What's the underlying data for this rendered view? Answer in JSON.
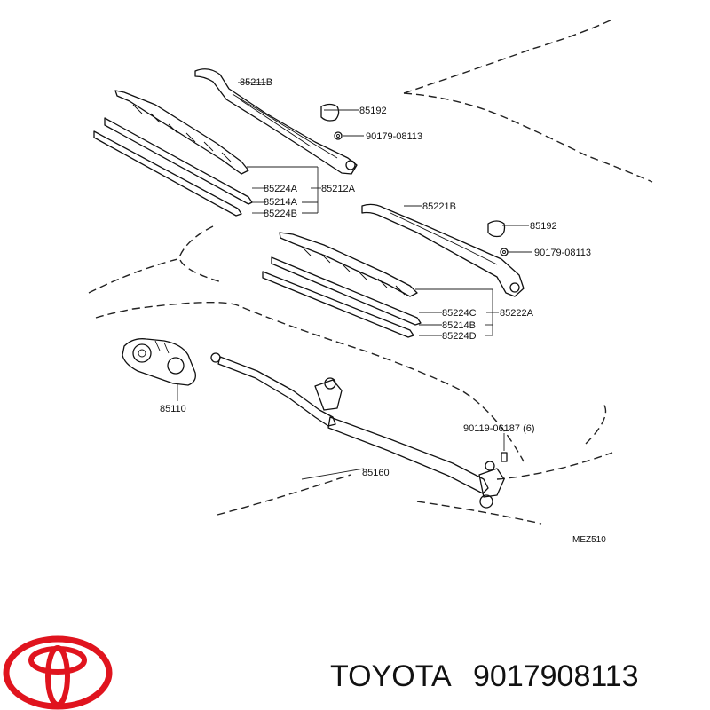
{
  "diagram": {
    "code": "MEZ510",
    "labels": {
      "arm_upper": "85211B",
      "cap_upper": "85192",
      "nut_upper": "90179-08113",
      "rubber_a1": "85224A",
      "blade_a": "85212A",
      "blade_insert_a": "85214A",
      "rubber_a2": "85224B",
      "arm_lower": "85221B",
      "cap_lower": "85192",
      "nut_lower": "90179-08113",
      "rubber_c": "85224C",
      "blade_b": "85222A",
      "blade_insert_b": "85214B",
      "rubber_d": "85224D",
      "motor": "85110",
      "bolt": "90119-06187 (6)",
      "linkage": "85160"
    }
  },
  "brand": {
    "name": "TOYOTA",
    "part_number": "9017908113",
    "logo_color": "#e0141e"
  }
}
